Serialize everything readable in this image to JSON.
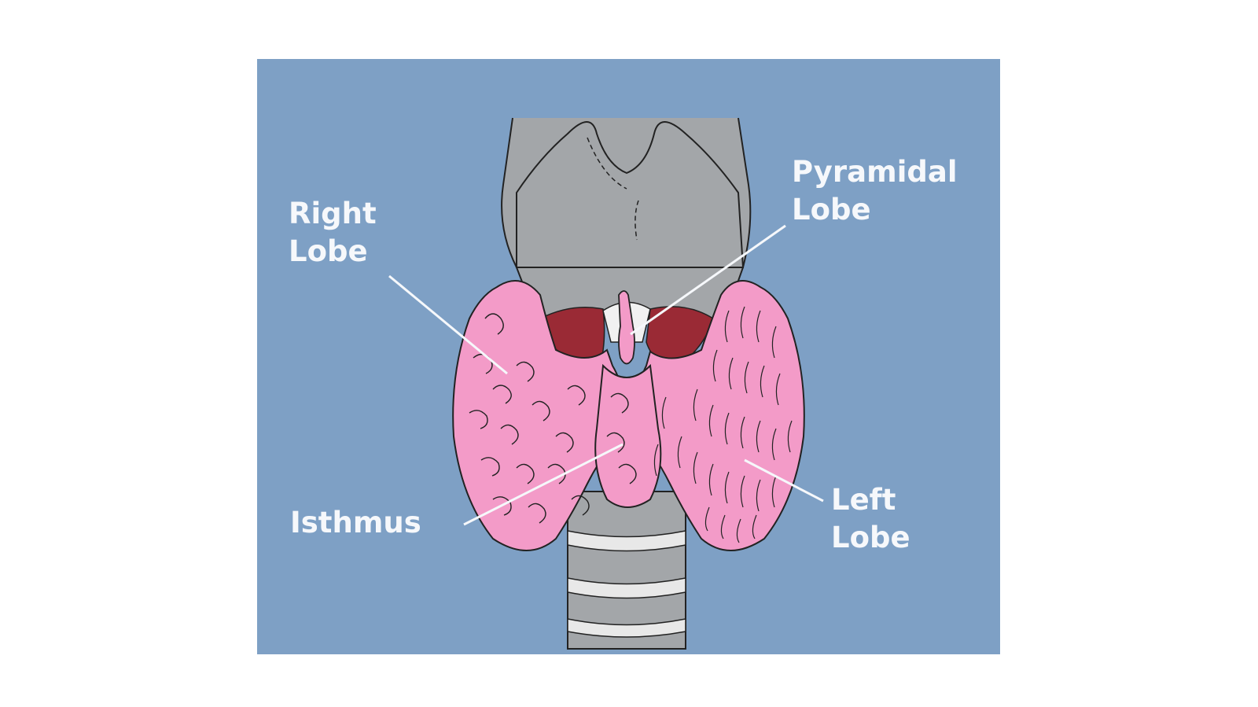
{
  "labels": {
    "right_lobe": [
      "Right",
      "Lobe"
    ],
    "pyramidal_lobe": [
      "Pyramidal",
      "Lobe"
    ],
    "isthmus": "Isthmus",
    "left_lobe": [
      "Left",
      "Lobe"
    ]
  },
  "colors": {
    "background": "#7ea0c5",
    "cartilage": "#a3a6a9",
    "gland": "#f39bc8",
    "muscle": "#9a2a35",
    "label_text": "#f6f8fb"
  }
}
